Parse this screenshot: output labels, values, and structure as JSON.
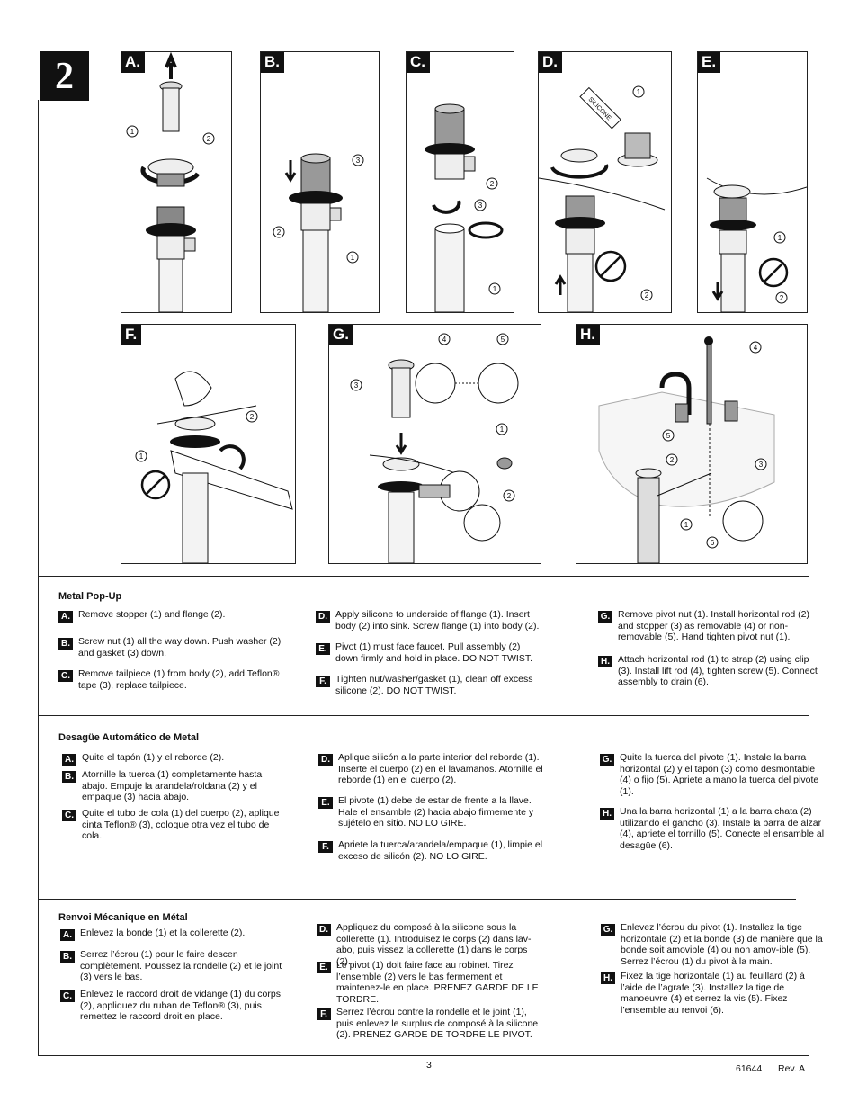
{
  "step_number": "2",
  "panels": [
    {
      "label": "A."
    },
    {
      "label": "B."
    },
    {
      "label": "C."
    },
    {
      "label": "D."
    },
    {
      "label": "E."
    },
    {
      "label": "F."
    },
    {
      "label": "G."
    },
    {
      "label": "H."
    }
  ],
  "callouts": {
    "A": [
      "1",
      "2"
    ],
    "B": [
      "3",
      "2",
      "1"
    ],
    "C": [
      "2",
      "3",
      "1"
    ],
    "D": [
      "1",
      "2"
    ],
    "E": [
      "1",
      "2"
    ],
    "F": [
      "2",
      "1"
    ],
    "G": [
      "4",
      "5",
      "3",
      "1",
      "2"
    ],
    "H": [
      "4",
      "5",
      "2",
      "3",
      "1",
      "6"
    ]
  },
  "silicone_tube_label": "SILICONE",
  "sections": [
    {
      "title": "Metal Pop-Up",
      "columns": [
        [
          {
            "tag": "A.",
            "text": "Remove stopper (1) and flange (2)."
          },
          {
            "tag": "B.",
            "text": "Screw nut (1) all the way down. Push washer (2) and gasket (3) down."
          },
          {
            "tag": "C.",
            "text": "Remove tailpiece (1) from body (2), add Teflon® tape (3), replace tailpiece."
          }
        ],
        [
          {
            "tag": "D.",
            "text": "Apply silicone to underside of flange (1). Insert body (2) into sink. Screw flange (1) into body (2)."
          },
          {
            "tag": "E.",
            "text": "Pivot (1) must face faucet. Pull assembly (2) down firmly and hold in place. DO NOT TWIST."
          },
          {
            "tag": "F.",
            "text": "Tighten nut/washer/gasket (1), clean off excess silicone (2). DO NOT TWIST."
          }
        ],
        [
          {
            "tag": "G.",
            "text": "Remove pivot nut (1). Install horizontal rod (2) and stopper (3) as removable (4) or non-removable (5). Hand tighten pivot nut (1)."
          },
          {
            "tag": "H.",
            "text": "Attach horizontal rod (1) to strap (2) using clip (3). Install lift rod (4), tighten screw (5). Connect assembly to drain (6)."
          }
        ]
      ]
    },
    {
      "title": "Desagüe Automático de Metal",
      "columns": [
        [
          {
            "tag": "A.",
            "text": "Quite el tapón (1) y el reborde (2)."
          },
          {
            "tag": "B.",
            "text": "Atornille la tuerca (1) completamente hasta abajo. Empuje la arandela/roldana (2) y el empaque (3) hacia abajo."
          },
          {
            "tag": "C.",
            "text": "Quite el tubo de cola (1) del cuerpo (2), aplique cinta Teflon® (3), coloque otra vez el tubo de cola."
          }
        ],
        [
          {
            "tag": "D.",
            "text": "Aplique silicón a la parte interior del reborde (1). Inserte el cuerpo (2) en el lavamanos. Atornille el reborde (1) en el cuerpo (2)."
          },
          {
            "tag": "E.",
            "text": "El pivote (1) debe de estar de frente a la llave. Hale el ensamble (2) hacia abajo firmemente y sujételo en sitio. NO LO GIRE."
          },
          {
            "tag": "F.",
            "text": "Apriete la tuerca/arandela/empaque (1), limpie el exceso de silicón (2). NO LO GIRE."
          }
        ],
        [
          {
            "tag": "G.",
            "text": "Quite la tuerca del pivote (1). Instale la barra horizontal (2) y el tapón (3) como desmontable (4) o fijo (5). Apriete a mano la tuerca del pivote (1)."
          },
          {
            "tag": "H.",
            "text": "Una la barra horizontal (1) a la barra chata (2) utilizando el gancho (3). Instale la barra de alzar (4), apriete el tornillo (5). Conecte el ensamble al desagüe (6)."
          }
        ]
      ]
    },
    {
      "title": "Renvoi Mécanique en Métal",
      "columns": [
        [
          {
            "tag": "A.",
            "text": "Enlevez la bonde (1) et la collerette (2)."
          },
          {
            "tag": "B.",
            "text": "Serrez l’écrou (1) pour le faire descen complètement. Poussez la rondelle (2) et le joint (3) vers le bas."
          },
          {
            "tag": "C.",
            "text": "Enlevez le raccord droit de vidange (1) du corps (2), appliquez du ruban de Teflon® (3), puis remettez le raccord droit en place."
          }
        ],
        [
          {
            "tag": "D.",
            "text": "Appliquez du composé à la silicone sous la collerette (1). Introduisez le corps (2) dans lav-abo, puis vissez la collerette (1) dans le corps (2)."
          },
          {
            "tag": "E.",
            "text": "Le pivot (1) doit faire face au robinet. Tirez  l’ensemble (2) vers le bas fermement et maintenez-le en place. PRENEZ GARDE DE LE  TORDRE."
          },
          {
            "tag": "F.",
            "text": "Serrez l’écrou contre la rondelle et le joint (1), puis enlevez le surplus de composé à la silicone (2). PRENEZ GARDE DE TORDRE LE PIVOT."
          }
        ],
        [
          {
            "tag": "G.",
            "text": "Enlevez l’écrou du pivot (1). Installez la tige horizontale (2) et la bonde (3) de manière que la bonde soit amovible (4) ou non amov-ible (5). Serrez l’écrou (1) du pivot à la main."
          },
          {
            "tag": "H.",
            "text": "Fixez la tige horizontale (1) au feuillard (2) à l’aide de l’agrafe (3). Installez la tige de manoeuvre (4) et serrez la vis (5). Fixez l’ensemble au renvoi (6)."
          }
        ]
      ]
    }
  ],
  "footer": {
    "page_number": "3",
    "doc_number": "61644",
    "revision": "Rev. A"
  }
}
